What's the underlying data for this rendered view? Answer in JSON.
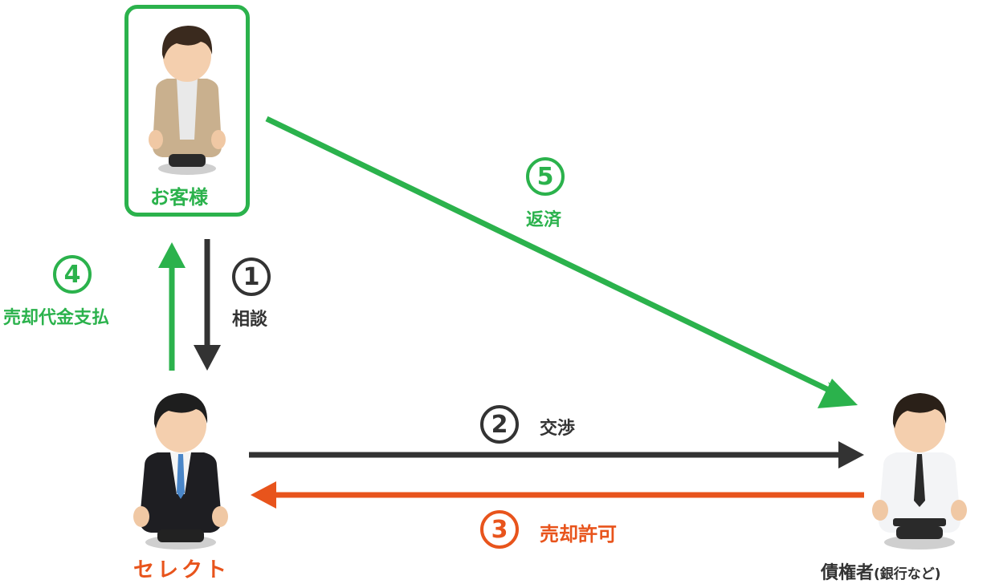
{
  "nodes": {
    "customer": "お客様",
    "select": "セレクト",
    "creditor": "債権者",
    "creditor_note": "(銀行など)"
  },
  "steps": [
    {
      "num": "1",
      "label": "相談"
    },
    {
      "num": "2",
      "label": "交渉"
    },
    {
      "num": "3",
      "label": "売却許可"
    },
    {
      "num": "4",
      "label": "売却代金支払"
    },
    {
      "num": "5",
      "label": "返済"
    }
  ],
  "colors": {
    "green": "#2bb24c",
    "dark": "#333333",
    "orange": "#e8541c"
  },
  "icons": [
    "customer-person-icon",
    "select-businessman-icon",
    "creditor-person-icon"
  ]
}
